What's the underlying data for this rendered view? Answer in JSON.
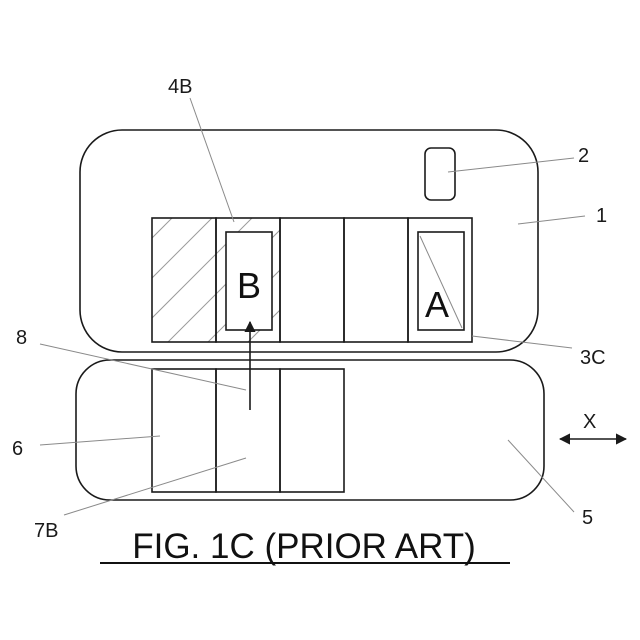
{
  "labels": {
    "ref_4b": "4B",
    "ref_2": "2",
    "ref_1": "1",
    "ref_8": "8",
    "ref_3c": "3C",
    "ref_6": "6",
    "ref_x": "X",
    "ref_7b": "7B",
    "ref_5": "5",
    "letter_a": "A",
    "letter_b": "B"
  },
  "caption": "FIG. 1C (PRIOR ART)"
}
